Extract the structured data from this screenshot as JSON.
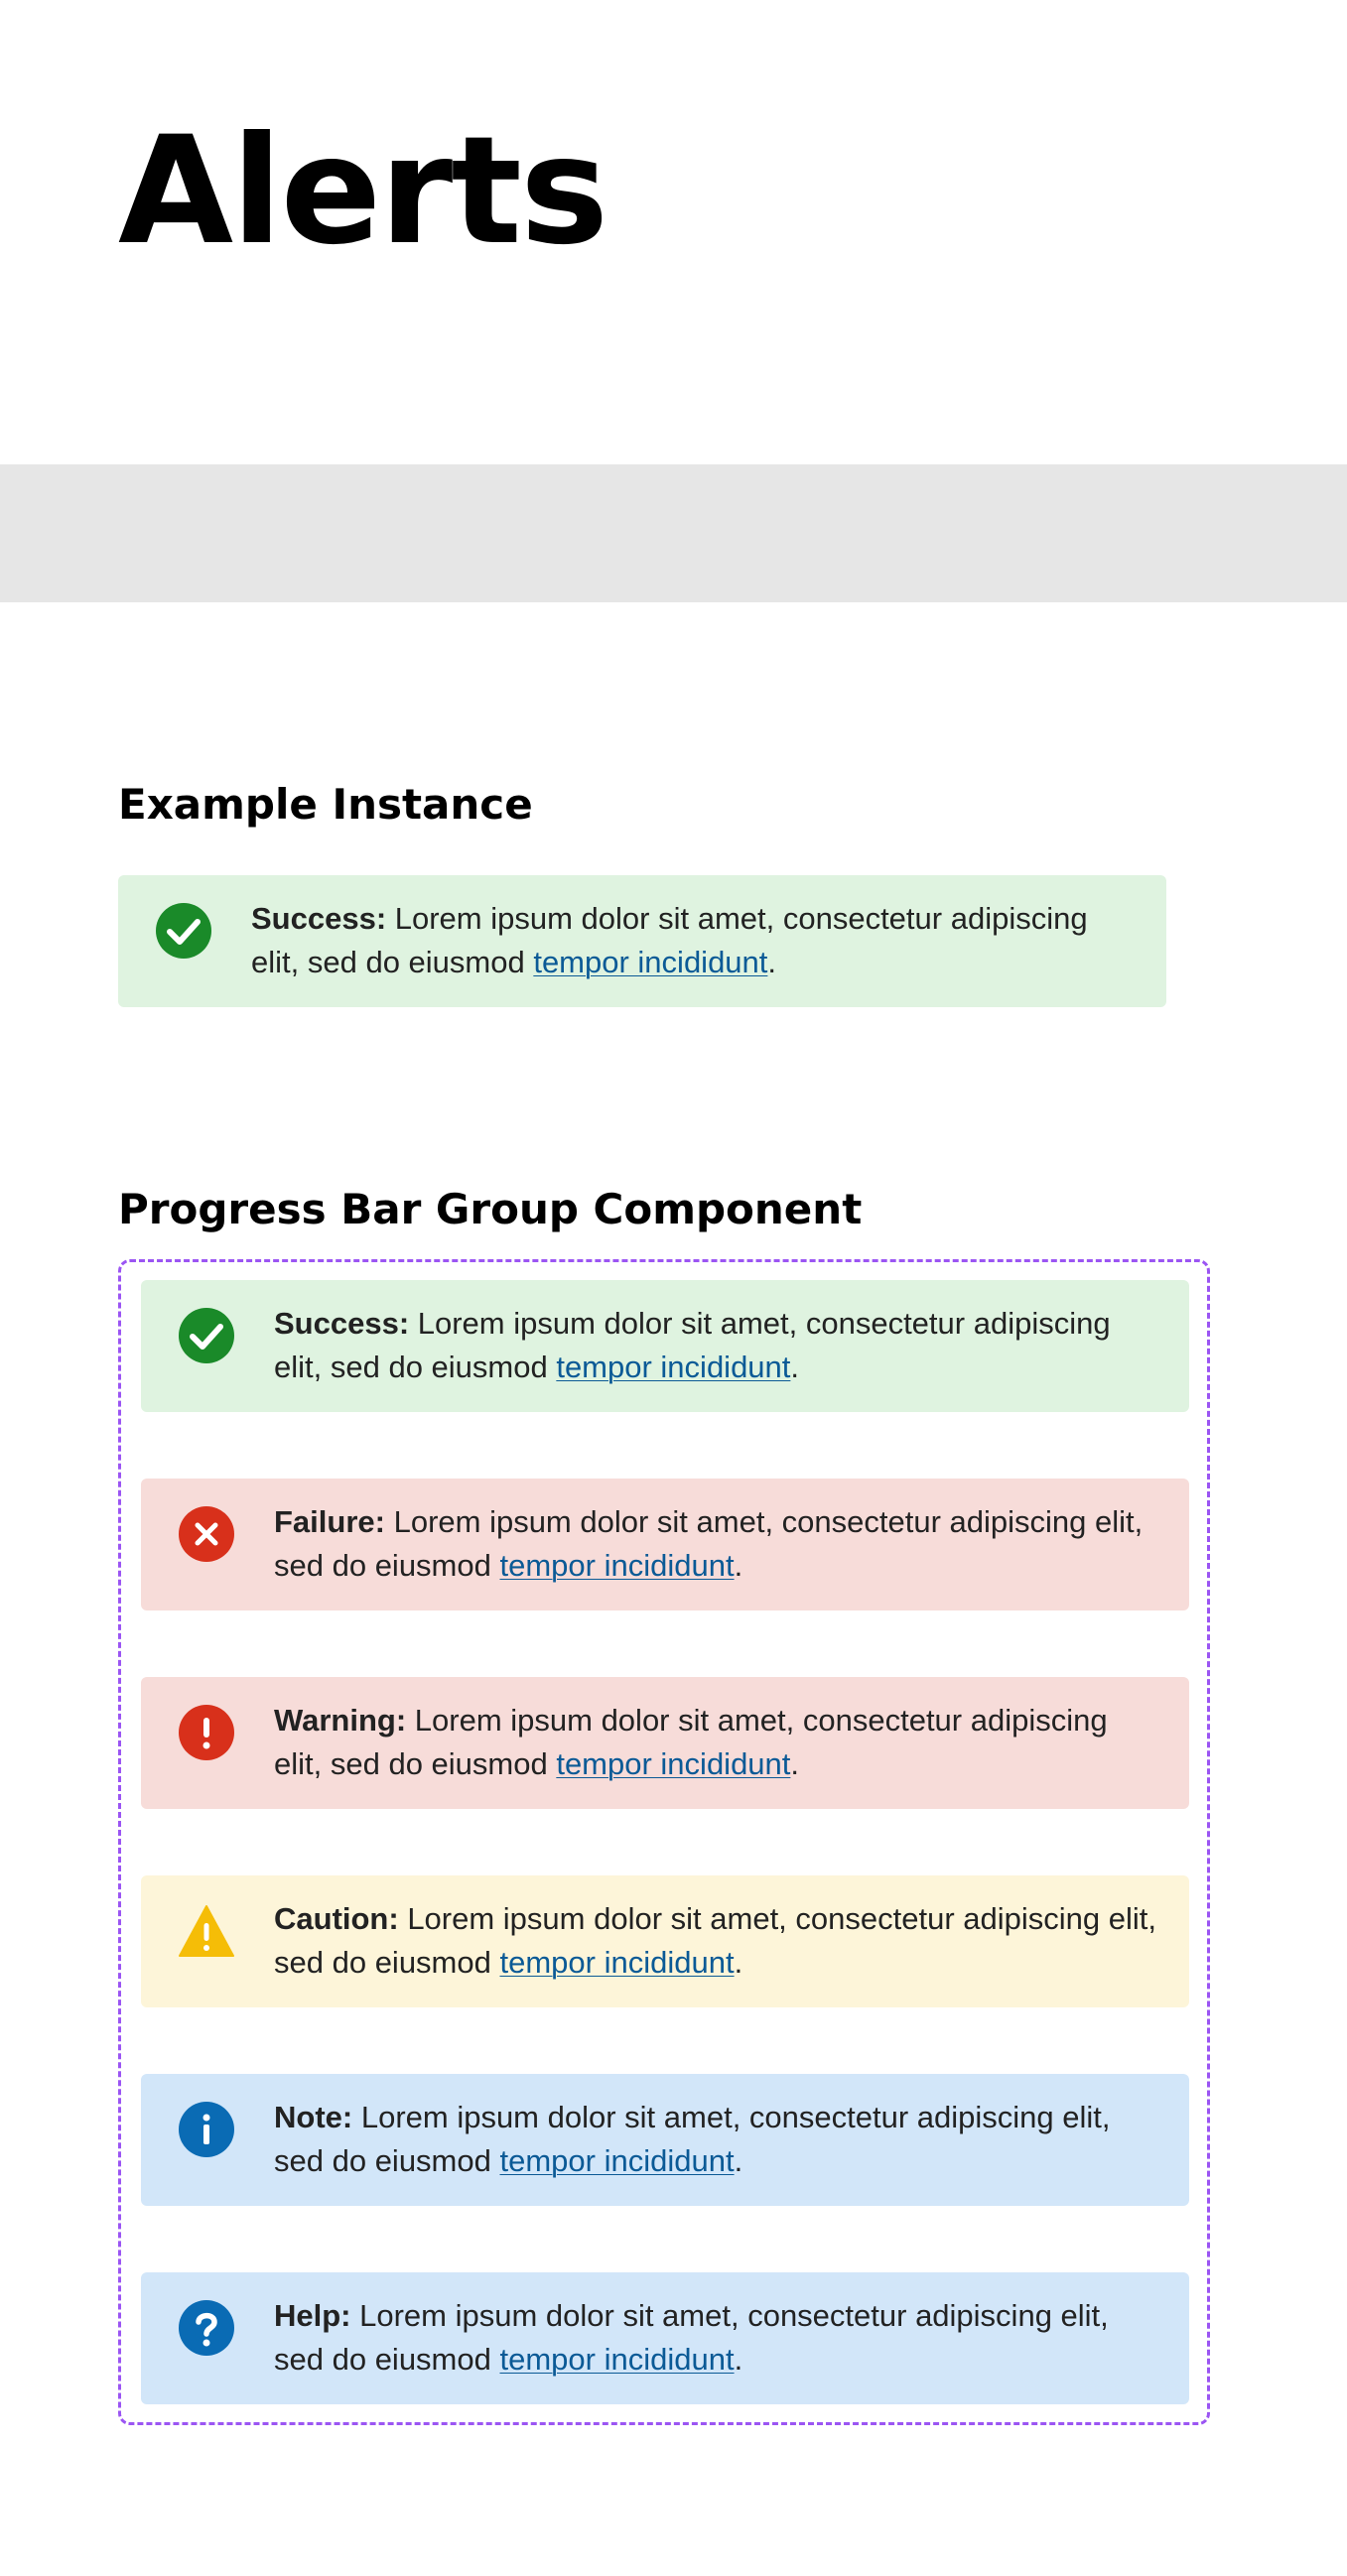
{
  "page": {
    "title": "Alerts"
  },
  "sections": {
    "example": {
      "title": "Example Instance"
    },
    "group": {
      "title": "Progress Bar Group Component"
    }
  },
  "example_alert": {
    "type": "success",
    "lead": "Success:",
    "body": " Lorem ipsum dolor sit amet, consectetur adipiscing elit, sed do eiusmod ",
    "link": "tempor incididunt",
    "end": ".",
    "bg": "#dff3e0",
    "icon": "check-circle-icon",
    "icon_color": "#1a8a29"
  },
  "group_alerts": [
    {
      "type": "success",
      "lead": "Success:",
      "body": " Lorem ipsum dolor sit amet, consectetur adipiscing elit, sed do eiusmod ",
      "link": "tempor incididunt",
      "end": ".",
      "bg": "#dff3e0",
      "icon": "check-circle-icon",
      "icon_color": "#1a8a29"
    },
    {
      "type": "failure",
      "lead": "Failure:",
      "body": " Lorem ipsum dolor sit amet, consectetur adipiscing elit, sed do eiusmod ",
      "link": "tempor incididunt",
      "end": ".",
      "bg": "#f7dcd9",
      "icon": "x-circle-icon",
      "icon_color": "#d8301b"
    },
    {
      "type": "warning",
      "lead": "Warning:",
      "body": " Lorem ipsum dolor sit amet, consectetur adipiscing elit, sed do eiusmod ",
      "link": "tempor incididunt",
      "end": ".",
      "bg": "#f7dcd9",
      "icon": "exclamation-circle-icon",
      "icon_color": "#d8301b"
    },
    {
      "type": "caution",
      "lead": "Caution:",
      "body": " Lorem ipsum dolor sit amet, consectetur adipiscing elit, sed do eiusmod ",
      "link": "tempor incididunt",
      "end": ".",
      "bg": "#fdf5d9",
      "icon": "warning-triangle-icon",
      "icon_color": "#f5bd07"
    },
    {
      "type": "note",
      "lead": "Note:",
      "body": " Lorem ipsum dolor sit amet, consectetur adipiscing elit, sed do eiusmod ",
      "link": "tempor incididunt",
      "end": ".",
      "bg": "#d2e6f9",
      "icon": "info-circle-icon",
      "icon_color": "#0a6bb4"
    },
    {
      "type": "help",
      "lead": "Help:",
      "body": " Lorem ipsum dolor sit amet, consectetur adipiscing elit, sed do eiusmod ",
      "link": "tempor incididunt",
      "end": ".",
      "bg": "#d2e6f9",
      "icon": "question-circle-icon",
      "icon_color": "#0a6bb4"
    }
  ]
}
